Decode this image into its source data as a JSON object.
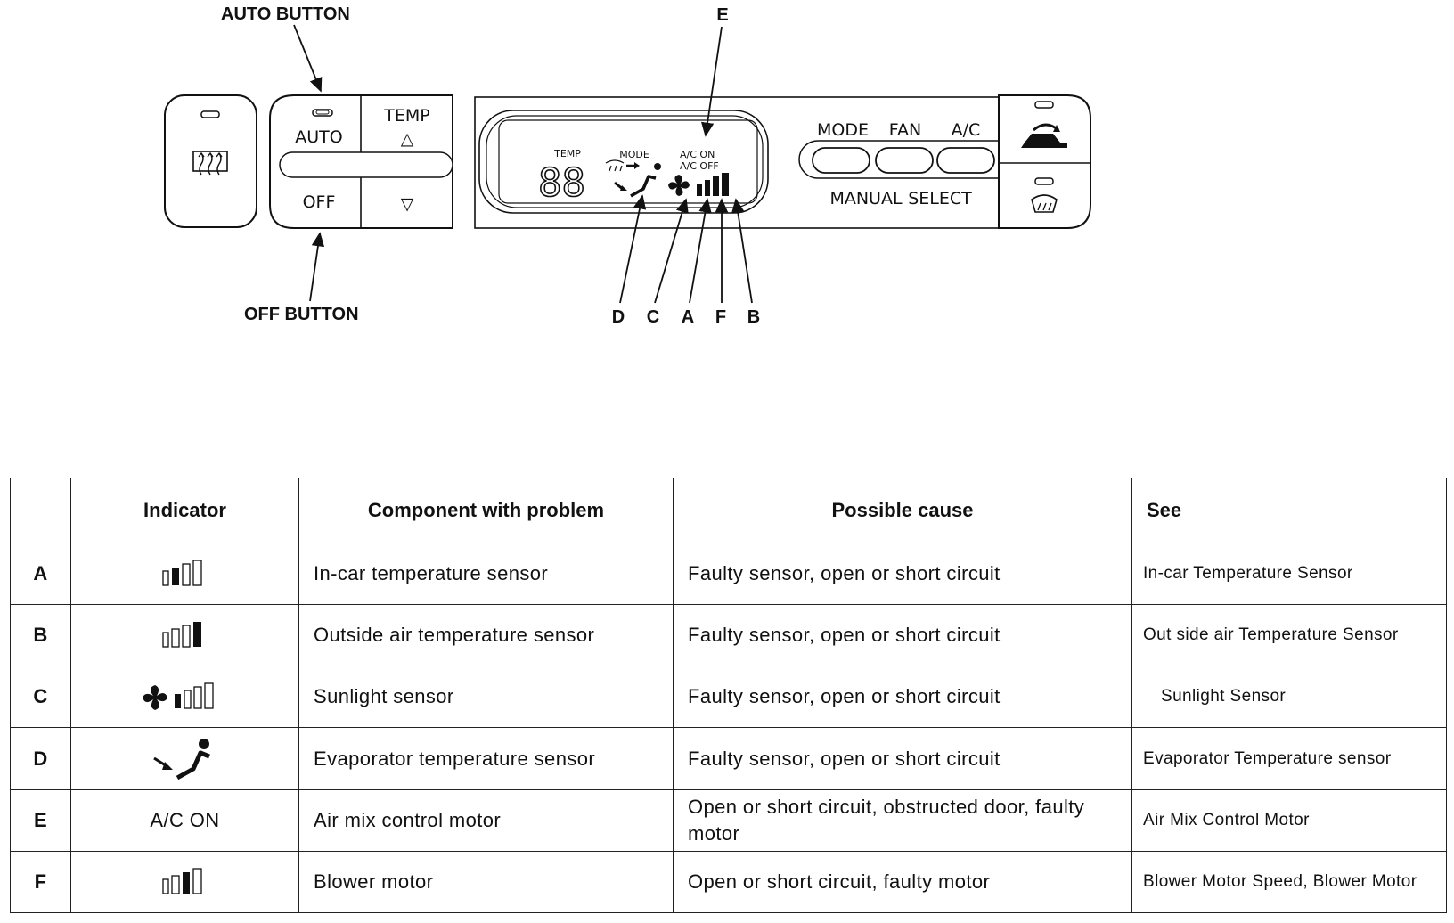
{
  "diagram": {
    "callouts": {
      "auto_button": "AUTO BUTTON",
      "off_button": "OFF BUTTON",
      "e": "E",
      "d": "D",
      "c": "C",
      "a": "A",
      "f": "F",
      "b": "B"
    },
    "panel": {
      "auto": "AUTO",
      "off": "OFF",
      "temp": "TEMP",
      "temp_up": "△",
      "temp_down": "▽",
      "mode": "MODE",
      "fan": "FAN",
      "ac": "A/C",
      "manual": "MANUAL",
      "select": "SELECT"
    },
    "display": {
      "temp_label": "TEMP",
      "mode_label": "MODE",
      "ac_on": "A/C ON",
      "ac_off": "A/C OFF",
      "digits": "88"
    }
  },
  "table": {
    "headers": [
      "",
      "Indicator",
      "Component with problem",
      "Possible cause",
      "See"
    ],
    "rows": [
      {
        "letter": "A",
        "indicator_icon": "bar-2-of-4-icon",
        "indicator_text": "",
        "component": "In-car temperature sensor",
        "cause": "Faulty sensor, open or short circuit",
        "see": "In-car Temperature Sensor"
      },
      {
        "letter": "B",
        "indicator_icon": "bar-4-of-4-icon",
        "indicator_text": "",
        "component": "Outside air temperature sensor",
        "cause": "Faulty sensor, open or short circuit",
        "see": "Out side air Temperature Sensor"
      },
      {
        "letter": "C",
        "indicator_icon": "fan-bar-icon",
        "indicator_text": "",
        "component": "Sunlight sensor",
        "cause": "Faulty sensor, open or short circuit",
        "see": "Sunlight Sensor"
      },
      {
        "letter": "D",
        "indicator_icon": "seated-person-airflow-icon",
        "indicator_text": "",
        "component": "Evaporator temperature sensor",
        "cause": "Faulty sensor, open or short circuit",
        "see": "Evaporator Temperature sensor"
      },
      {
        "letter": "E",
        "indicator_icon": "",
        "indicator_text": "A/C ON",
        "component": "Air mix control motor",
        "cause": "Open or short circuit, obstructed door, faulty motor",
        "see": "Air Mix Control Motor"
      },
      {
        "letter": "F",
        "indicator_icon": "bar-3-of-4-icon",
        "indicator_text": "",
        "component": "Blower motor",
        "cause": "Open or short circuit, faulty motor",
        "see": "Blower Motor Speed, Blower Motor"
      }
    ]
  }
}
